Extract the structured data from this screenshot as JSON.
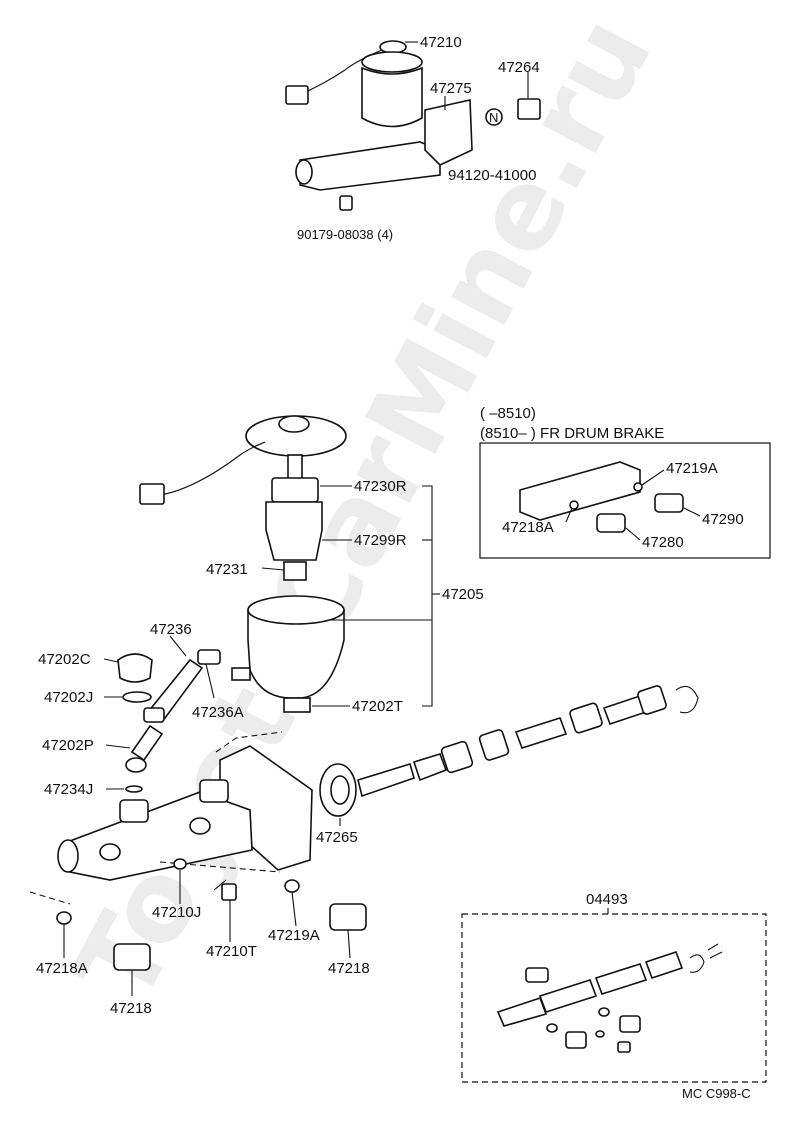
{
  "watermark": "ToyotaCarMine.ru",
  "labels": {
    "p47210": "47210",
    "p47264": "47264",
    "p47275": "47275",
    "p94120": "94120-41000",
    "p90179": "90179-08038 (4)",
    "n_mark": "N",
    "p47230R": "47230R",
    "p47299R": "47299R",
    "p47231": "47231",
    "p47205": "47205",
    "p47202T": "47202T",
    "p47236": "47236",
    "p47202C": "47202C",
    "p47202J": "47202J",
    "p47236A": "47236A",
    "p47202P": "47202P",
    "p47234J": "47234J",
    "p47265": "47265",
    "p47210J": "47210J",
    "p47210T": "47210T",
    "p47219A": "47219A",
    "p47218": "47218",
    "p47218A": "47218A",
    "p47218_2": "47218",
    "p04493": "04493",
    "drum_line1": "(          –8510)",
    "drum_line2": "(8510–          ) FR  DRUM  BRAKE",
    "drum_47219A": "47219A",
    "drum_47218A": "47218A",
    "drum_47290": "47290",
    "drum_47280": "47280",
    "footer": "MC  C998-C"
  }
}
